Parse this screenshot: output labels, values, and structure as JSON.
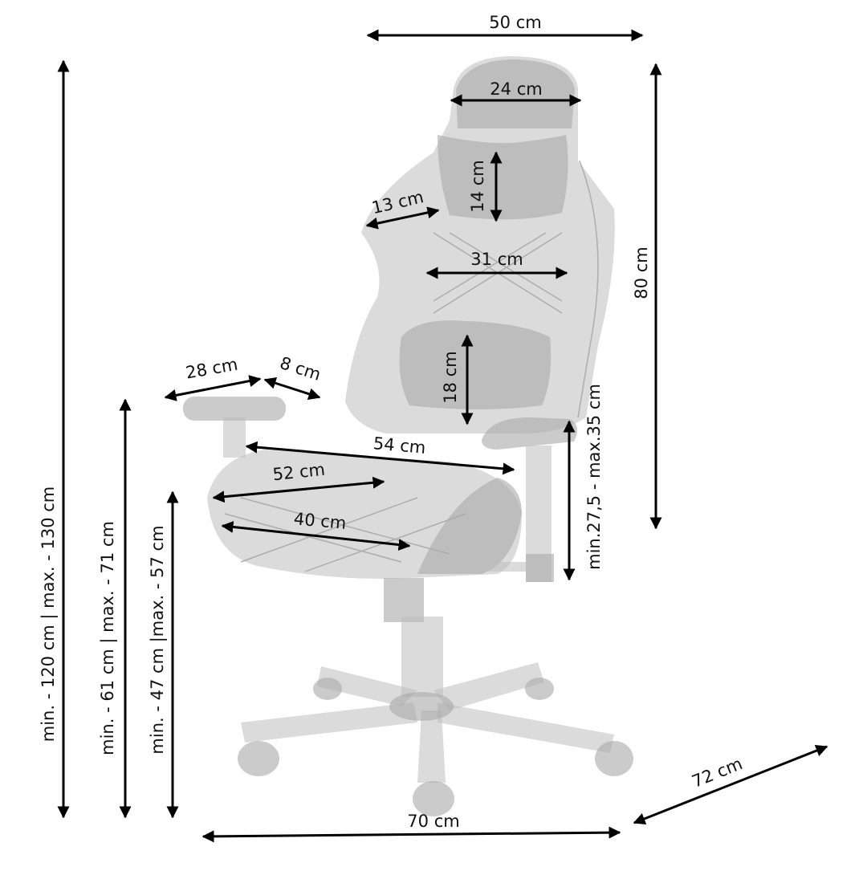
{
  "diagram": {
    "subject": "gaming chair",
    "dimensions": {
      "backrest_width": "50 cm",
      "headrest_width": "24 cm",
      "pillow_height": "14 cm",
      "side_wing": "13 cm",
      "back_width": "31 cm",
      "backrest_height": "80 cm",
      "lumbar_height": "18 cm",
      "armrest_length": "28 cm",
      "armrest_width": "8 cm",
      "seat_diagonal": "54 cm",
      "seat_depth": "52 cm",
      "seat_width": "40 cm",
      "armrest_height": "min.27,5 - max.35 cm",
      "total_height": "min. - 120 cm | max. - 130 cm",
      "armrest_floor_height": "min. - 61  cm | max. - 71 cm",
      "seat_height": "min. - 47 cm |max. - 57 cm",
      "base_width": "70 cm",
      "base_depth": "72 cm"
    }
  }
}
